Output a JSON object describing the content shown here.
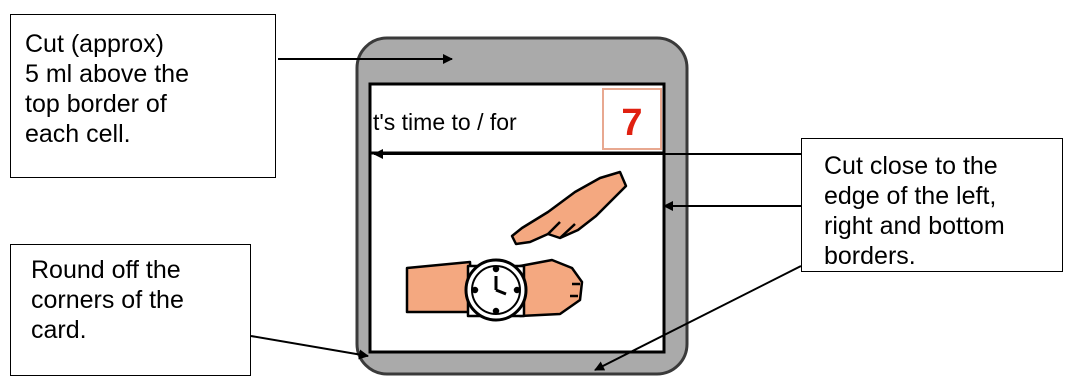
{
  "callouts": {
    "top": {
      "lines": [
        "Cut (approx)",
        "5 ml above the",
        "top border of",
        "each cell."
      ]
    },
    "right": {
      "lines": [
        "Cut close to the",
        "edge of the left,",
        "right and bottom",
        "borders."
      ]
    },
    "bottom": {
      "lines": [
        "Round off the",
        "corners of the",
        "card."
      ]
    }
  },
  "card": {
    "label": "t's time to / for",
    "number": "7",
    "picture": "hand-pointing-at-wristwatch-icon"
  },
  "colors": {
    "card_border": "#aaaaaa",
    "number": "#e02010",
    "skin": "#f4a880"
  }
}
